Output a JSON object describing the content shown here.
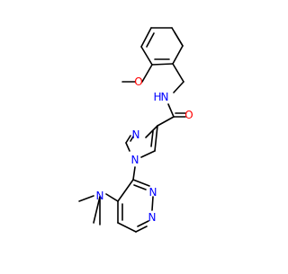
{
  "molecule": {
    "atom_labels": {
      "methoxy_o": "O",
      "amide_nh": "N",
      "amide_h": "H",
      "amide_o": "O",
      "imidazole_n3": "N",
      "imidazole_n1": "N",
      "pyrimidine_n1": "N",
      "pyrimidine_n3": "N",
      "dimethylamino_n": "N"
    },
    "colors": {
      "bond": "#000000",
      "nitrogen": "#0000ff",
      "oxygen": "#ff0000",
      "background": "#ffffff"
    }
  }
}
